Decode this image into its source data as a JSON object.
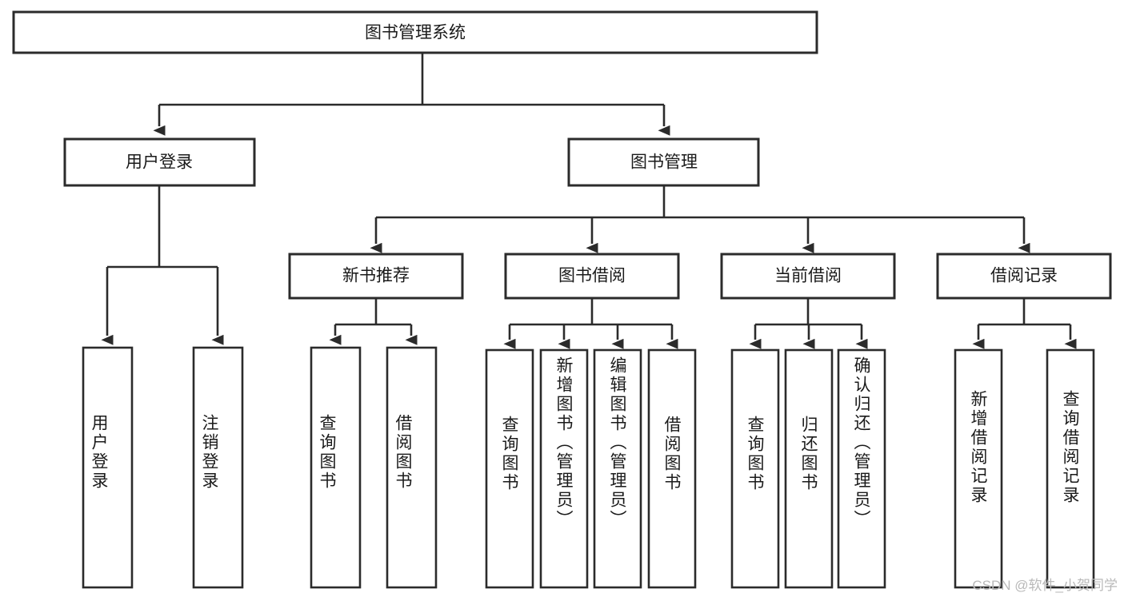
{
  "diagram": {
    "title_node": {
      "label": "图书管理系统"
    },
    "level2": [
      {
        "id": "user-login",
        "label": "用户登录"
      },
      {
        "id": "book-manage",
        "label": "图书管理"
      }
    ],
    "level3": [
      {
        "id": "new-book-rec",
        "label": "新书推荐"
      },
      {
        "id": "book-borrow",
        "label": "图书借阅"
      },
      {
        "id": "current-borrow",
        "label": "当前借阅"
      },
      {
        "id": "borrow-record",
        "label": "借阅记录"
      }
    ],
    "leaves": {
      "user_login": [
        {
          "id": "leaf-user-login",
          "label": "用户登录"
        },
        {
          "id": "leaf-logout-login",
          "label": "注销登录"
        }
      ],
      "new_book_rec": [
        {
          "id": "leaf-query-book-1",
          "label": "查询图书"
        },
        {
          "id": "leaf-borrow-book-1",
          "label": "借阅图书"
        }
      ],
      "book_borrow": [
        {
          "id": "leaf-query-book-2",
          "label": "查询图书"
        },
        {
          "id": "leaf-add-book",
          "label": "新增图书（管理员）"
        },
        {
          "id": "leaf-edit-book",
          "label": "编辑图书（管理员）"
        },
        {
          "id": "leaf-borrow-book-2",
          "label": "借阅图书"
        }
      ],
      "current_borrow": [
        {
          "id": "leaf-query-book-3",
          "label": "查询图书"
        },
        {
          "id": "leaf-return-book",
          "label": "归还图书"
        },
        {
          "id": "leaf-confirm-return",
          "label": "确认归还（管理员）"
        }
      ],
      "borrow_record": [
        {
          "id": "leaf-add-record",
          "label": "新增借阅记录"
        },
        {
          "id": "leaf-query-record",
          "label": "查询借阅记录"
        }
      ]
    },
    "watermark": {
      "text": "CSDN @软件_小贺同学"
    },
    "colors": {
      "stroke": "#2b2b2b",
      "fill": "#ffffff",
      "text": "#1a1a1a",
      "watermark": "#b9b9b9"
    }
  }
}
